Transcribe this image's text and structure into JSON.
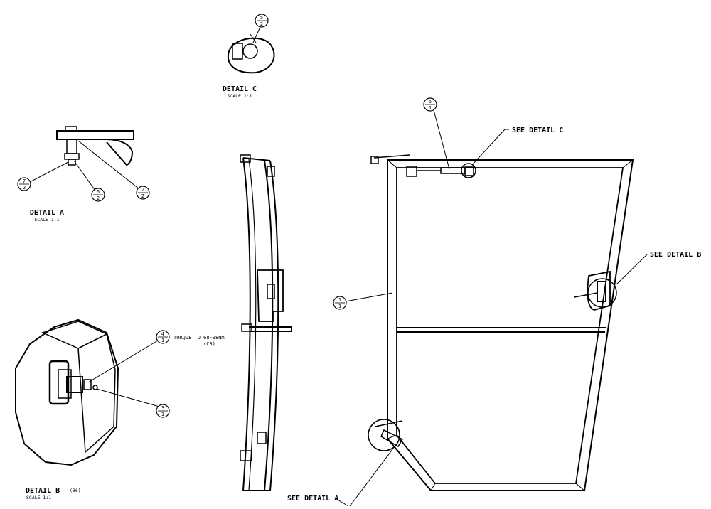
{
  "details": {
    "a": {
      "title": "DETAIL  A",
      "scale": "SCALE  1:1"
    },
    "b": {
      "title": "DETAIL  B",
      "ref": "(B6)",
      "scale": "SCALE  1:1"
    },
    "c": {
      "title": "DETAIL  C",
      "scale": "SCALE  1:1"
    }
  },
  "callouts": {
    "see_a": "SEE DETAIL  A",
    "see_b": "SEE DETAIL  B",
    "see_c": "SEE DETAIL  C",
    "torque": "TORQUE TO 68-98Nm",
    "torque_ref": "(C3)"
  },
  "balloons": [
    {
      "id": "c-5-2",
      "top": "5",
      "bottom": "2"
    },
    {
      "id": "a-7-2",
      "top": "7",
      "bottom": "2"
    },
    {
      "id": "a-6-2",
      "top": "6",
      "bottom": "2"
    },
    {
      "id": "a-2-2",
      "top": "2",
      "bottom": "2"
    },
    {
      "id": "b-4-1",
      "top": "4",
      "bottom": "1"
    },
    {
      "id": "b-3-1",
      "top": "3",
      "bottom": "1"
    },
    {
      "id": "main-5-1",
      "top": "5",
      "bottom": "1"
    },
    {
      "id": "main-1-1",
      "top": "1",
      "bottom": "1"
    }
  ]
}
